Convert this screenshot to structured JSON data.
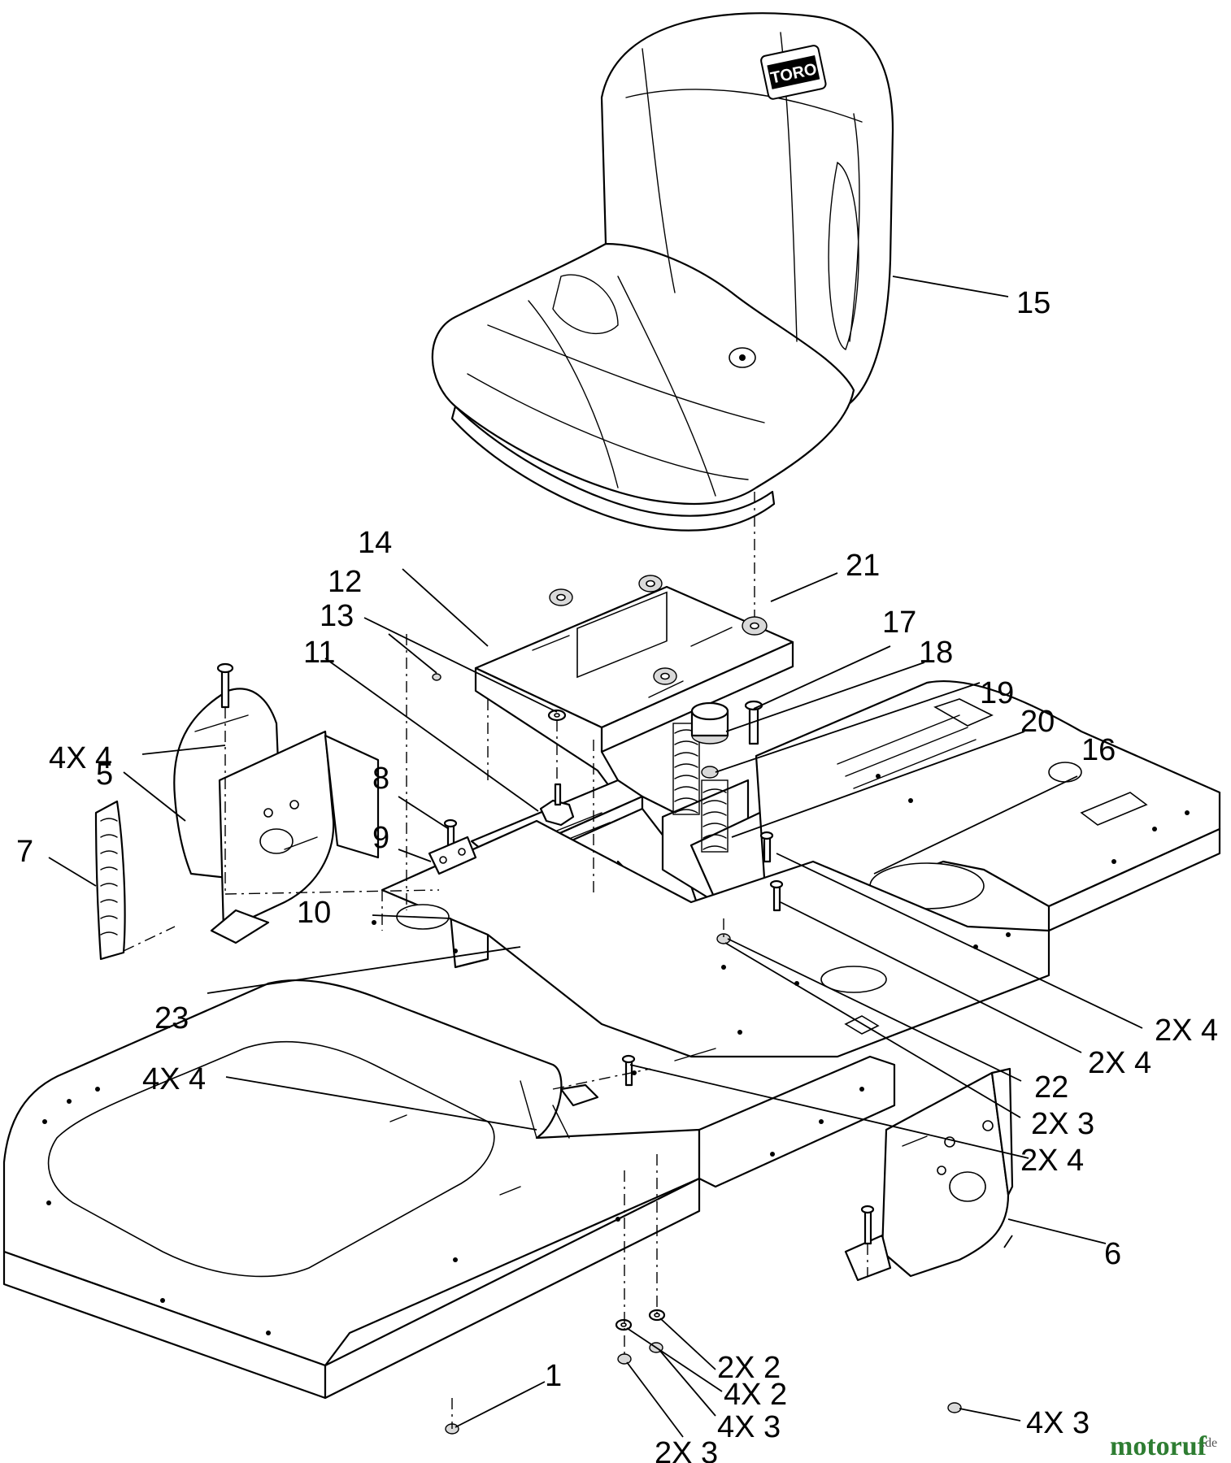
{
  "seat_logo": "TORO",
  "watermark": {
    "name": "motoruf",
    "tld": ".de",
    "color_main": "#2e7d32",
    "color_accent": "#c62828"
  },
  "callouts": {
    "c1": "1",
    "c5": "5",
    "c6": "6",
    "c7": "7",
    "c8": "8",
    "c9": "9",
    "c10": "10",
    "c11": "11",
    "c12": "12",
    "c13": "13",
    "c14": "14",
    "c15": "15",
    "c16": "16",
    "c17": "17",
    "c18": "18",
    "c19": "19",
    "c20": "20",
    "c21": "21",
    "c22": "22",
    "c23": "23",
    "c4x4_left": "4X 4",
    "c4x4_mid": "4X 4",
    "c2x4_a": "2X 4",
    "c2x4_b": "2X 4",
    "c2x3_a": "2X 3",
    "c2x4_c": "2X 4",
    "c2x2": "2X 2",
    "c4x2": "4X 2",
    "c4x3_a": "4X 3",
    "c2x3_b": "2X 3",
    "c4x3_b": "4X 3"
  }
}
